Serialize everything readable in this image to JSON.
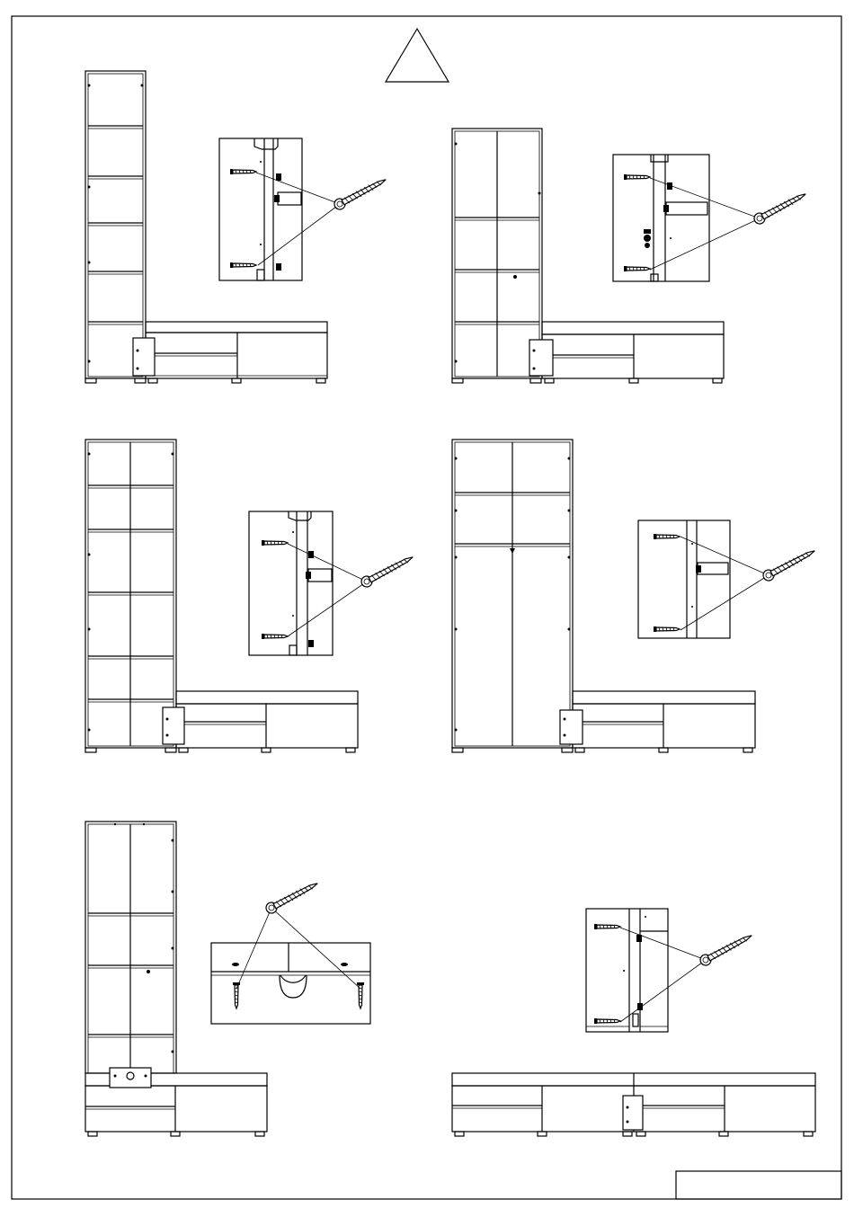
{
  "page": {
    "warning_symbol": "warning-triangle",
    "steps": [
      {
        "id": "tall-open-shelf-left",
        "unit": "open-shelf-tower",
        "detail": "screw-joint-side-panel"
      },
      {
        "id": "tall-double-door-right",
        "unit": "double-door-tower",
        "detail": "screw-joint-side-panel"
      },
      {
        "id": "wide-open-shelf-left",
        "unit": "wide-shelf-tower",
        "detail": "screw-joint-side-panel"
      },
      {
        "id": "wardrobe-tower-right",
        "unit": "wardrobe-tower",
        "detail": "screw-joint-side-panel"
      },
      {
        "id": "shelf-tower-top-fix",
        "unit": "shelf-tower-on-tv-bench",
        "detail": "screw-joint-top-panel"
      },
      {
        "id": "double-tv-bench",
        "unit": "tv-bench-pair",
        "detail": "screw-joint-middle-panel"
      }
    ],
    "title_block": {
      "text": ""
    }
  },
  "colors": {
    "line": "#000000",
    "background": "#ffffff"
  }
}
